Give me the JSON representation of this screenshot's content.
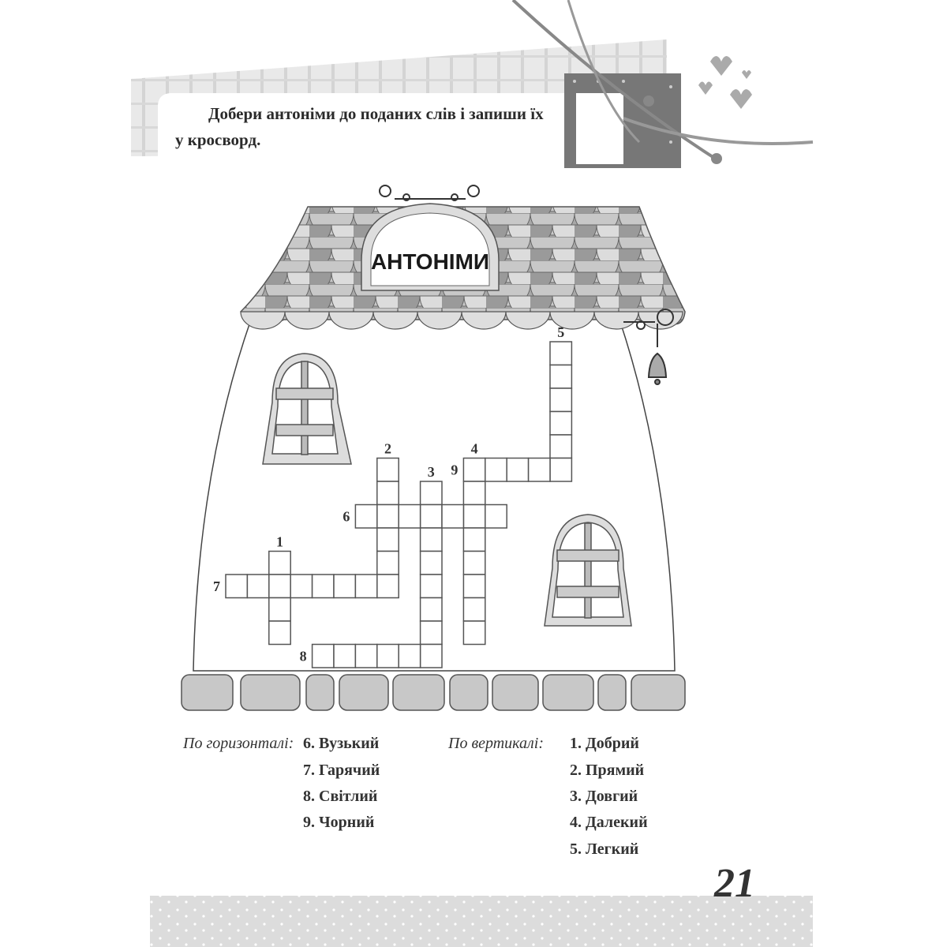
{
  "instruction": {
    "line1": "Добери антоніми до поданих слів і запиши їх",
    "line2": "у кросворд."
  },
  "house": {
    "sign": "АНТОНІМИ"
  },
  "crossword": {
    "labels": [
      "1",
      "2",
      "3",
      "4",
      "5",
      "6",
      "7",
      "8",
      "9"
    ]
  },
  "clues": {
    "across_heading": "По горизонталі:",
    "across": [
      "6. Вузький",
      "7. Гарячий",
      "8. Світлий",
      "9. Чорний"
    ],
    "down_heading": "По вертикалі:",
    "down": [
      "1. Добрий",
      "2. Прямий",
      "3. Довгий",
      "4. Далекий",
      "5. Легкий"
    ]
  },
  "page_number": "21",
  "colors": {
    "roof_dark": "#8f8f8f",
    "roof_mid": "#b4b4b4",
    "roof_light": "#dcdcdc",
    "stone": "#c8c8c8",
    "band": "#e4e4e4"
  }
}
